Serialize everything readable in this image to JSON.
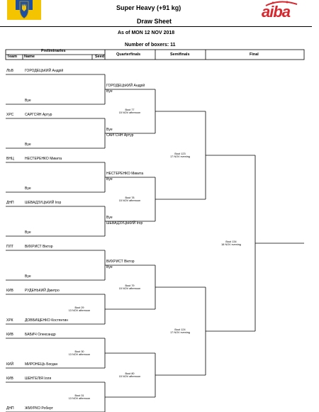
{
  "header": {
    "weight_class": "Super Heavy (+91 kg)",
    "sheet_title": "Draw Sheet",
    "as_of": "As of MON 12 NOV 2018",
    "boxer_count": "Number of boxers: 11",
    "aiba_logo_text": "aiba"
  },
  "columns": {
    "preliminaries": "Preliminaries",
    "team": "Team",
    "name": "Name",
    "seed": "Seed",
    "quarterfinals": "Quarterfinals",
    "semifinals": "Semifinals",
    "final": "Final"
  },
  "preliminaries": [
    {
      "team": "ЛЬВ",
      "name": "ГОРОДЕЦЬКИЙ Андрій"
    },
    {
      "team": "",
      "name": "Bye"
    },
    {
      "team": "ХРС",
      "name": "САРГСЯН Артур"
    },
    {
      "team": "",
      "name": "Bye"
    },
    {
      "team": "ВНЦ",
      "name": "НЕСТЕРЕНКО Микита"
    },
    {
      "team": "",
      "name": "Bye"
    },
    {
      "team": "ДНП",
      "name": "ШЕВАДЗУЦЬКИЙ Ігор"
    },
    {
      "team": "",
      "name": "Bye"
    },
    {
      "team": "ПЛТ",
      "name": "ВИХРИСТ Віктор"
    },
    {
      "team": "",
      "name": "Bye"
    },
    {
      "team": "КИВ",
      "name": "РУДЕНЬКИЙ Дмитро"
    },
    {
      "team": "ХРК",
      "name": "ДОВБИЩЕНКО Костянтин"
    },
    {
      "team": "КИВ",
      "name": "БАБИЧ Олександр"
    },
    {
      "team": "КИЙ",
      "name": "МИРОНЕЦЬ Богдан"
    },
    {
      "team": "КИВ",
      "name": "ШЕНГЕЛІЯ Ілля"
    },
    {
      "team": "ДНП",
      "name": "ЖМУРКО Роберт"
    }
  ],
  "prelim_bouts": [
    {
      "bout": "Bout 29",
      "when": "13 NOV afternoon"
    },
    {
      "bout": "Bout 30",
      "when": "13 NOV afternoon"
    },
    {
      "bout": "Bout 31",
      "when": "13 NOV afternoon"
    }
  ],
  "quarterfinals": [
    {
      "top": "ГОРОДЕЦЬКИЙ Андрій",
      "top2": "Bye",
      "bottom2": "Bye",
      "bottom": "САРГСЯН Артур",
      "bout": "Bout 77",
      "when": "15 NOV afternoon"
    },
    {
      "top": "НЕСТЕРЕНКО Микита",
      "top2": "Bye",
      "bottom2": "Bye",
      "bottom": "ШЕВАДЗУЦЬКИЙ Ігор",
      "bout": "Bout 78",
      "when": "15 NOV afternoon"
    },
    {
      "top": "ВИХРИСТ Віктор",
      "top2": "Bye",
      "bout": "Bout 79",
      "when": "15 NOV afternoon"
    },
    {
      "bout": "Bout 80",
      "when": "15 NOV afternoon"
    }
  ],
  "semifinals": [
    {
      "bout": "Bout 123",
      "when": "17 NOV evening"
    },
    {
      "bout": "Bout 124",
      "when": "17 NOV evening"
    }
  ],
  "final": {
    "bout": "Bout 134",
    "when": "18 NOV evening"
  }
}
